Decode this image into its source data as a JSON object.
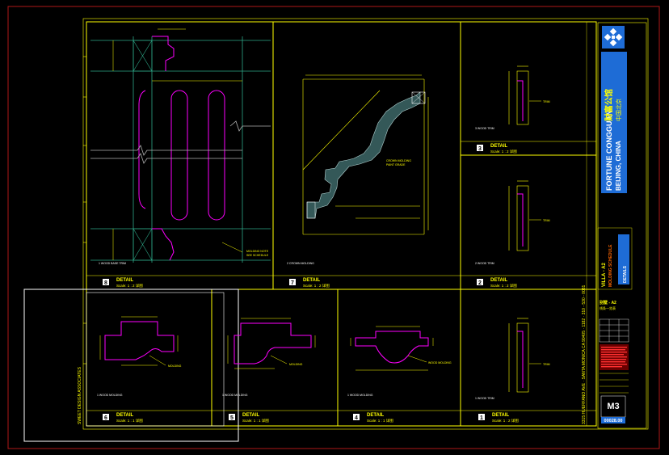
{
  "title_block": {
    "project_en_1": "FORTUNE CONGGUAN",
    "project_en_2": "BEIJING, CHINA",
    "project_cn_1": "财富公馆",
    "project_cn_2": "中国北京",
    "drawing_title_1": "VILLA - A2",
    "drawing_title_2": "MOLDING SCHEDULE",
    "drawing_title_3": "DETAILS",
    "drawing_title_cn": "别墅 - A2",
    "drawing_title_cn_2": "线条一览表",
    "sheet_number": "M3",
    "project_number": "00028.00",
    "firm_strip": "SWEET DESIGN ASSOCIATES",
    "address_strip": "3315 HUERFANO AVE · SANTA MONICA CA 90405 · 1182 · 310 - 530 - 0081"
  },
  "details": [
    {
      "num": "8",
      "title": "DETAIL",
      "scale": "Scale: 1 : 2 详图"
    },
    {
      "num": "7",
      "title": "DETAIL",
      "scale": "Scale: 1 : 2 详图"
    },
    {
      "num": "3",
      "title": "DETAIL",
      "scale": "Scale: 1 : 2 详图"
    },
    {
      "num": "2",
      "title": "DETAIL",
      "scale": "Scale: 1 : 2 详图"
    },
    {
      "num": "6",
      "title": "DETAIL",
      "scale": "Scale: 1 : 1 详图"
    },
    {
      "num": "5",
      "title": "DETAIL",
      "scale": "Scale: 1 : 1 详图"
    },
    {
      "num": "4",
      "title": "DETAIL",
      "scale": "Scale: 1 : 1 详图"
    },
    {
      "num": "1",
      "title": "DETAIL",
      "scale": "Scale: 1 : 2 详图"
    }
  ],
  "colors": {
    "frame": "#ffff00",
    "profile": "#ff00ff",
    "dimension": "#ffff00",
    "grid": "#2ea888",
    "border": "#b01818",
    "logo_bg": "#1e6cd6",
    "hatch": "#5ea0a0"
  }
}
